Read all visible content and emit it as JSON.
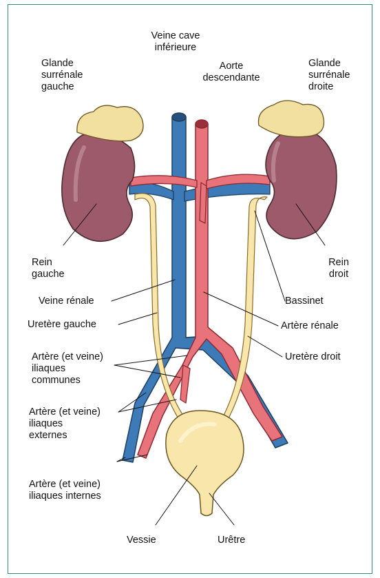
{
  "labels": {
    "veine_cave": "Veine cave\ninférieure",
    "aorte": "Aorte\ndescendante",
    "surrenale_gauche": "Glande\nsurrénale\ngauche",
    "surrenale_droite": "Glande\nsurrénale\ndroite",
    "rein_gauche": "Rein\ngauche",
    "rein_droit": "Rein\ndroit",
    "veine_renale": "Veine rénale",
    "bassinet": "Bassinet",
    "uretere_gauche": "Uretère gauche",
    "artere_renale": "Artère rénale",
    "iliaques_communes": "Artère (et veine)\niliaques\ncommunes",
    "uretere_droit": "Uretère droit",
    "iliaques_externes": "Artère (et veine)\niliaques\nexternes",
    "iliaques_internes": "Artère (et veine)\niliaques internes",
    "vessie": "Vessie",
    "uretre": "Urêtre"
  },
  "colors": {
    "frame": "#2e8a7a",
    "vein": "#3d7bb8",
    "artery": "#e8737a",
    "kidney": "#9c5a6a",
    "adrenal": "#f2e0a0",
    "ureter": "#f8e6aa",
    "bladder": "#f8e6aa"
  }
}
